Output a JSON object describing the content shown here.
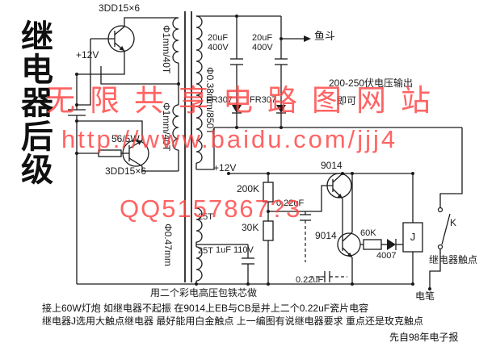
{
  "title": "继电器后级",
  "watermark": {
    "line1": "无限共享电路图网站",
    "line2": "http://www.baidu.com/jjj4",
    "line3": "QQ5157867?3"
  },
  "colors": {
    "ink": "#1b1b1b",
    "watermark": "#ff4343",
    "background": "#ffffff"
  },
  "transformer": {
    "primary_winding_1": "Φ1mm/40T",
    "primary_winding_2": "Φ1mm/40T",
    "secondary_winding": "Φ0.38mm/850T",
    "feedback_wire": "Φ0.47mm",
    "feedback_turns_1": "25T",
    "feedback_turns_2": "25T",
    "core_note": "用二个彩电高压包铁芯做"
  },
  "oscillator": {
    "q1": "3DD15×6",
    "q2": "3DD15×6",
    "supply": "+12V",
    "base_resistor": "56/5W"
  },
  "rectifier": {
    "c1": "20uF",
    "c1_v": "400V",
    "c2": "20uF",
    "c2_v": "400V",
    "d1": "FR307",
    "d2": "FR307",
    "output_top": "鱼斗",
    "output_note_1": "200-250伏电压输出",
    "output_note_2": "即可"
  },
  "relay_circuit": {
    "supply": "+12V",
    "q3": "9014",
    "q4": "9014",
    "r1": "200K",
    "r2": "30K",
    "r3": "60K",
    "c3": "0.22uF",
    "c4": "0.22uF",
    "c5": "1uF 110V",
    "d3": "4007",
    "relay": "J",
    "switch": "K",
    "contact_label": "继电器触点",
    "probe": "电笔"
  },
  "notes": {
    "line1": "接上60W灯炮  如继电器不起振  在9014上EB与CB是并上二个0.22uF瓷片电容",
    "line2": "继电器J选用大触点继电器  最好能用白金触点  上一编图有说继电器要求  重点还是玫克触点",
    "source": "先自98年电子报"
  }
}
